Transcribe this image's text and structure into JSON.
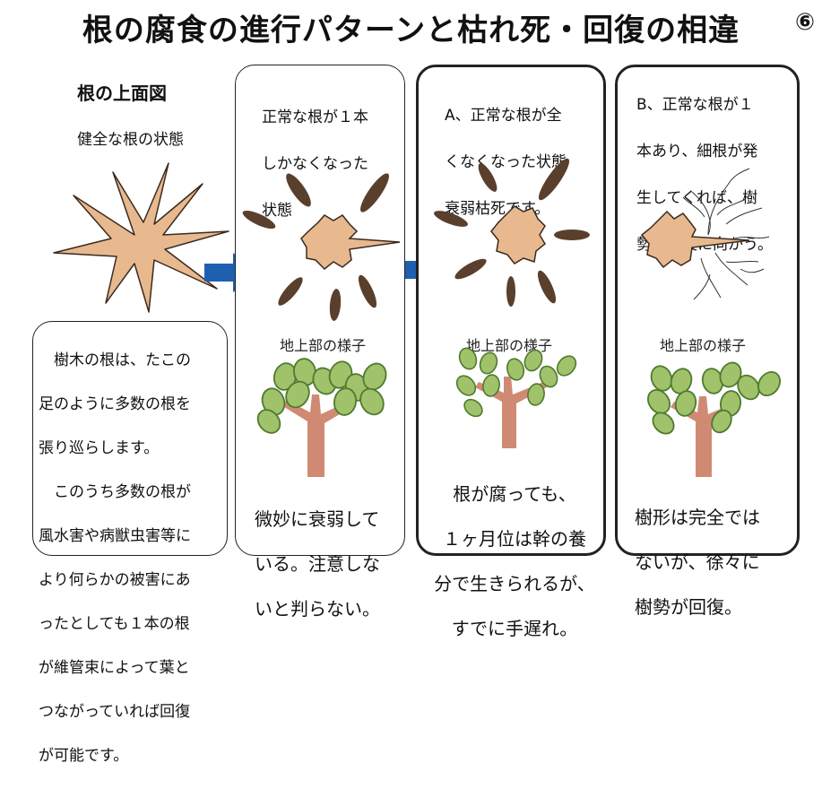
{
  "title": "根の腐食の進行パターンと枯れ死・回復の相違",
  "page_number": "⑥",
  "panel1": {
    "heading": "根の上面図",
    "subheading": "健全な根の状態",
    "body_lines": [
      "　樹木の根は、たこの",
      "足のように多数の根を",
      "張り巡らします。",
      "　このうち多数の根が",
      "風水害や病獣虫害等に",
      "より何らかの被害にあ",
      "ったとしても１本の根",
      "が維管束によって葉と",
      "つながっていれば回復",
      "が可能です。"
    ]
  },
  "panel2": {
    "top_lines": [
      "正常な根が１本",
      "しかなくなった",
      "状態"
    ],
    "ground_label": "地上部の様子",
    "bottom_lines": [
      "微妙に衰弱して",
      "いる。注意しな",
      "いと判らない。"
    ]
  },
  "panel3": {
    "top_lines": [
      "A、正常な根が全",
      "くなくなった状態",
      "衰弱枯死です。"
    ],
    "ground_label": "地上部の様子",
    "bottom_lines": [
      "根が腐っても、",
      "１ヶ月位は幹の養",
      "分で生きられるが、",
      "すでに手遅れ。"
    ]
  },
  "panel4": {
    "top_lines": [
      "B、正常な根が１",
      "本あり、細根が発",
      "生してくれば、樹",
      "勢は回復に向かう。"
    ],
    "ground_label": "地上部の様子",
    "bottom_lines": [
      "樹形は完全では",
      "ないが、徐々に",
      "樹勢が回復。"
    ]
  },
  "colors": {
    "healthy_root": "#e8b98f",
    "dead_root": "#5a3f2c",
    "arrow": "#1f5fb0",
    "leaf": "#9fc26a",
    "leaf_edge": "#4f7a2e",
    "trunk": "#d08a74"
  }
}
